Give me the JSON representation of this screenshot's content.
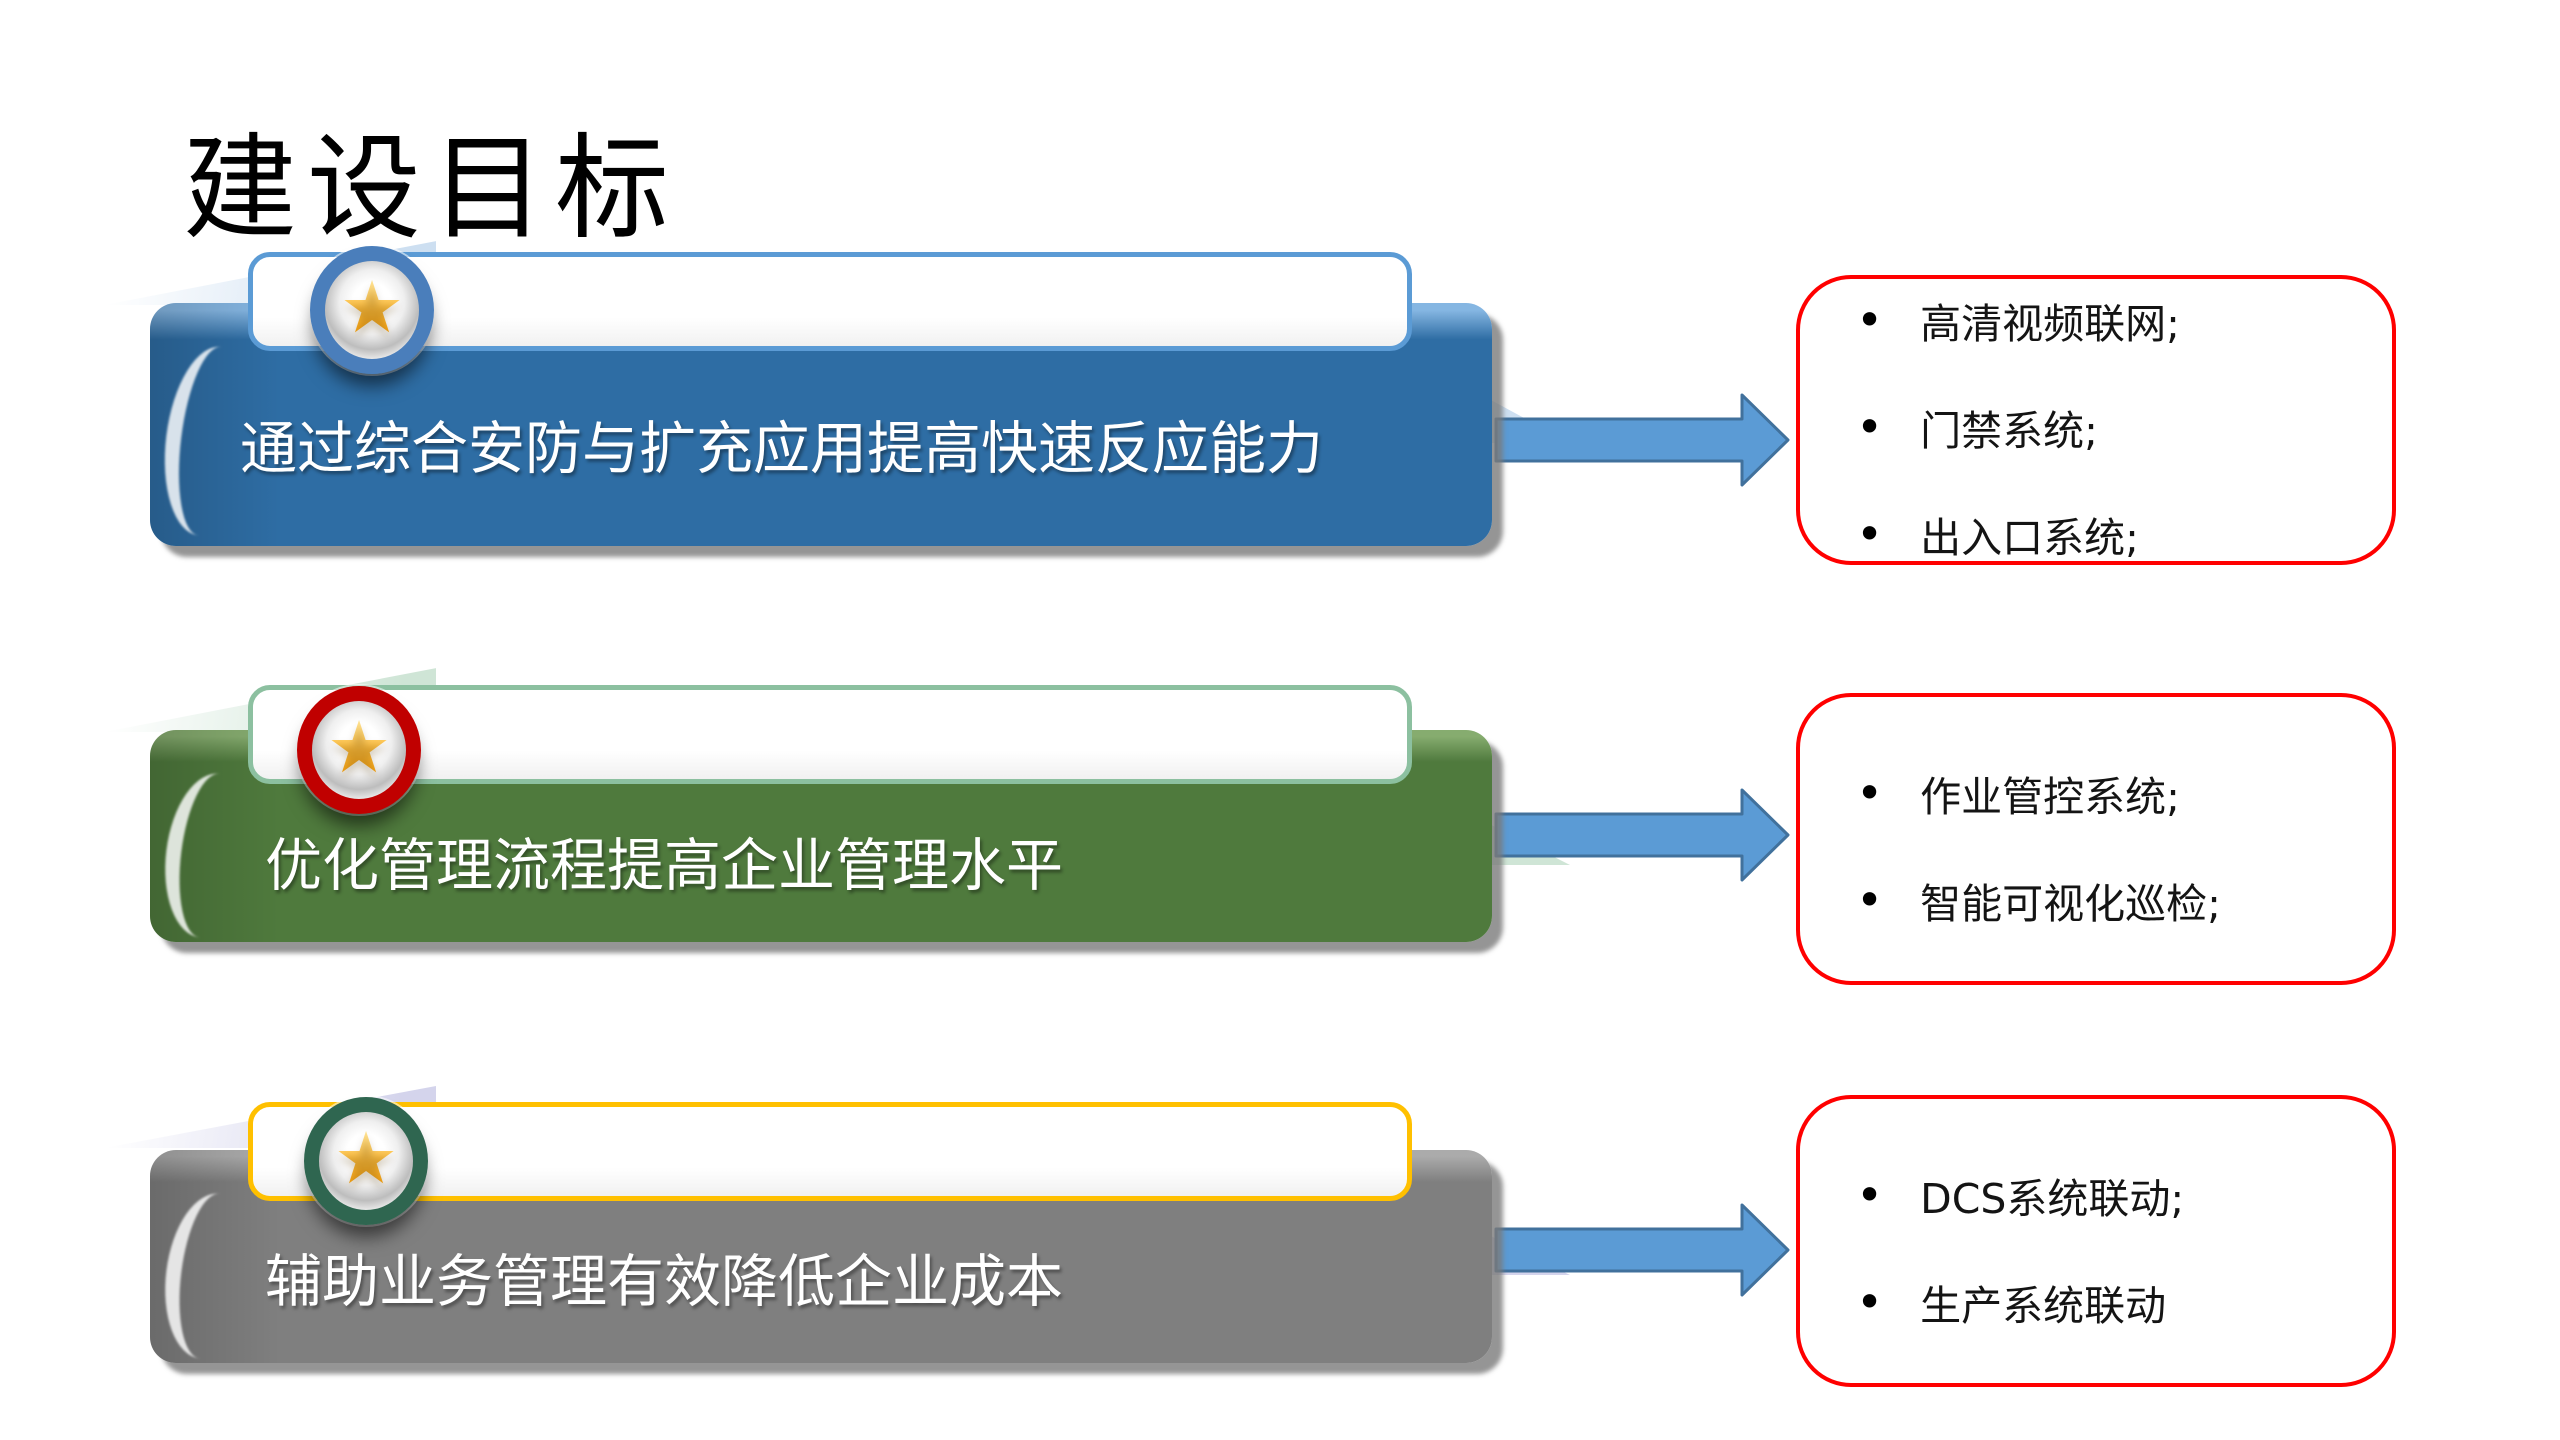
{
  "slide": {
    "title": "建设目标",
    "background": "#FFFFFF"
  },
  "arrow": {
    "fill": "#5B9BD5",
    "stroke": "#41719C"
  },
  "detail_box": {
    "border": "#FF0000"
  },
  "rows": [
    {
      "banner_text": "通过综合安防与扩充应用提高快速反应能力",
      "bullets": [
        "高清视频联网;",
        "门禁系统;",
        "出入口系统;"
      ],
      "colors": {
        "banner": "#2E6DA4",
        "banner_top": "#85B6E2",
        "box_border": "#5B9BD5",
        "ring": "#4A7EBB",
        "fold": "#CDDFF1"
      },
      "icon": "star-icon",
      "star_glyph": "★"
    },
    {
      "banner_text": "优化管理流程提高企业管理水平",
      "bullets": [
        "作业管控系统;",
        "智能可视化巡检;"
      ],
      "colors": {
        "banner": "#4F7A3D",
        "banner_top": "#86AC6F",
        "box_border": "#8CC0A0",
        "ring": "#C00000",
        "fold": "#CFE5D6"
      },
      "icon": "star-icon",
      "star_glyph": "★"
    },
    {
      "banner_text": "辅助业务管理有效降低企业成本",
      "bullets": [
        "DCS系统联动;",
        "生产系统联动"
      ],
      "colors": {
        "banner": "#7F7F7F",
        "banner_top": "#ABABAB",
        "box_border": "#FFC000",
        "ring": "#2F6650",
        "fold": "#D4D4EC"
      },
      "icon": "star-icon",
      "star_glyph": "★"
    }
  ]
}
